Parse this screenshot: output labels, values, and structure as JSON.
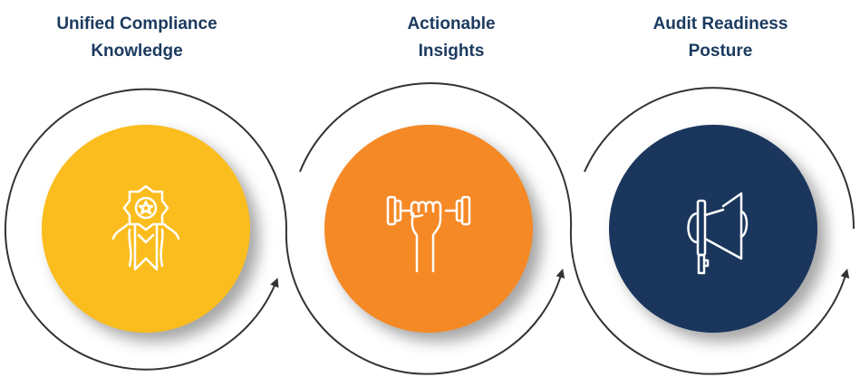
{
  "steps": [
    {
      "title_line1": "Unified Compliance",
      "title_line2": "Knowledge",
      "icon": "award-ribbon-icon",
      "color": "#FBBD1E"
    },
    {
      "title_line1": "Actionable",
      "title_line2": "Insights",
      "icon": "fist-dumbbell-icon",
      "color": "#F48926"
    },
    {
      "title_line1": "Audit Readiness",
      "title_line2": "Posture",
      "icon": "megaphone-icon",
      "color": "#1A365D"
    }
  ],
  "colors": {
    "title": "#1B3A5F",
    "ring": "#333333"
  }
}
